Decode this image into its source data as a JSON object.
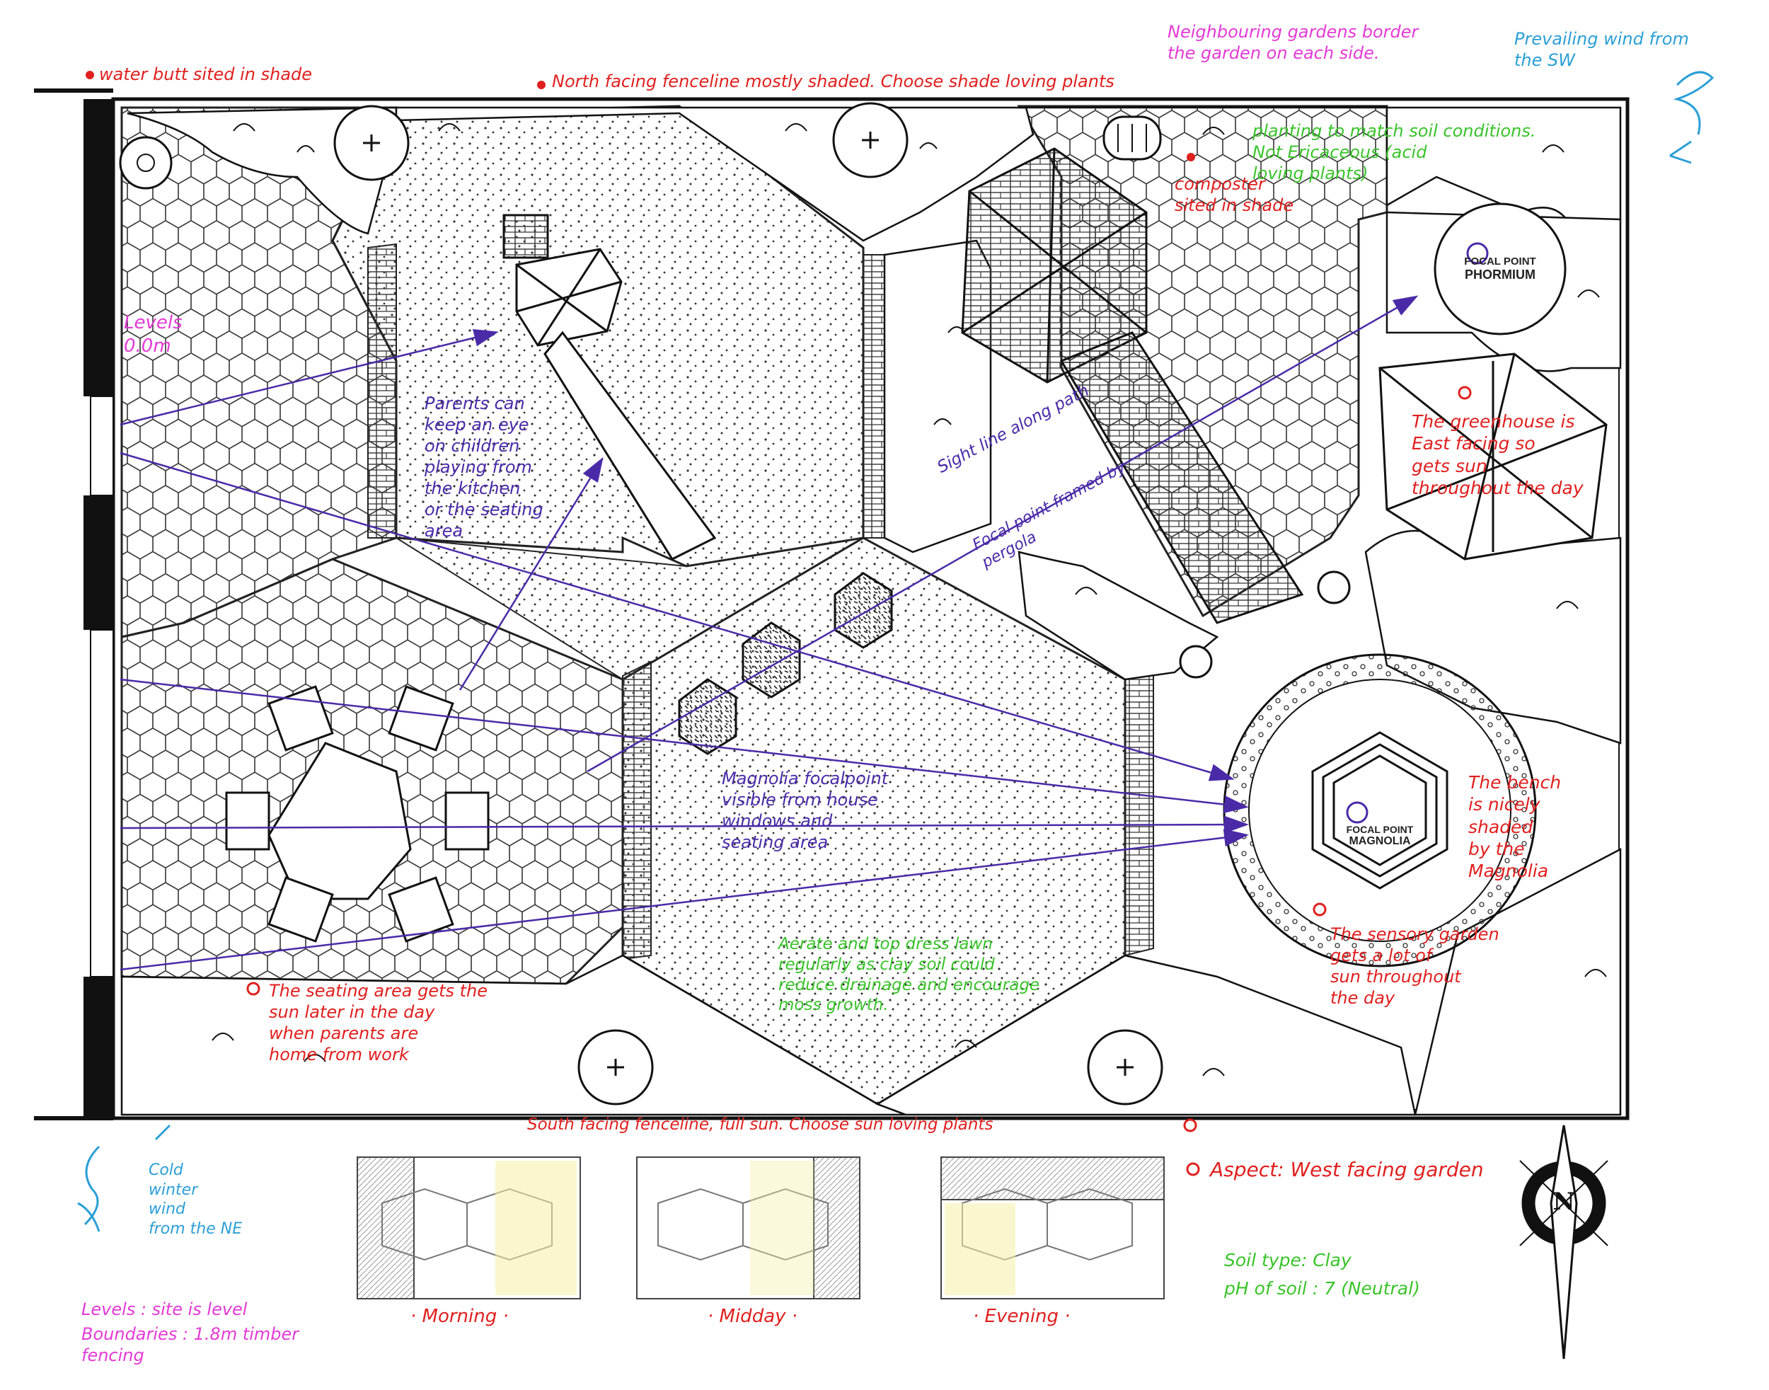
{
  "annotations": {
    "water_butt": "water butt sited in shade",
    "north_fence": "North facing fenceline mostly shaded. Choose shade loving plants",
    "neighbouring": "Neighbouring gardens border\nthe garden on each side.",
    "prevailing_wind": "Prevailing wind from\nthe SW",
    "levels_top": "Levels\n0.0m",
    "planting_soil": "planting to match soil conditions.\nNot Ericaceous (acid\nloving plants)",
    "composter": "composter\nsited in shade",
    "parents": "Parents can\nkeep an eye\non children\nplaying from\nthe kitchen\nor the seating\narea",
    "sight_line": "Sight line along path",
    "focal_pergola": "Focal point framed by\npergola",
    "greenhouse": "The greenhouse is\nEast facing so\ngets        sun\nthroughout the day",
    "magnolia_visible": "Magnolia focalpoint\nvisible from house\nwindows and\nseating area",
    "bench": "The bench\nis nicely\nshaded\nby the\nMagnolia",
    "sensory": "The sensory garden\ngets a lot of\nsun throughout\nthe day",
    "aerate": "Aerate and top dress lawn\nregularly as clay soil could\nreduce drainage and encourage\nmoss growth.",
    "seating_sun": "The seating area gets the\nsun later in the day\nwhen parents are\nhome from work",
    "south_fence": "South facing fenceline, full sun. Choose sun loving plants",
    "cold_wind": "Cold\nwinter\nwind\nfrom the NE",
    "aspect": "Aspect: West facing garden",
    "soil_type": "Soil type: Clay",
    "ph": "pH of soil : 7 (Neutral)",
    "levels_bottom": "Levels : site is level",
    "boundaries": "Boundaries : 1.8m timber\n               fencing"
  },
  "focal_points": {
    "phormium_line1": "FOCAL POINT",
    "phormium_line2": "PHORMIUM",
    "magnolia_line1": "FOCAL POINT",
    "magnolia_line2": "MAGNOLIA"
  },
  "sun_sketches": {
    "morning": "· Morning ·",
    "midday": "· Midday ·",
    "evening": "· Evening ·"
  },
  "compass": {
    "letter": "N"
  },
  "colors": {
    "red": "#e0201f",
    "magenta": "#e43ad6",
    "blue": "#2b9fd6",
    "green": "#39c42a",
    "purple": "#4b2aa8",
    "ink": "#111111"
  }
}
